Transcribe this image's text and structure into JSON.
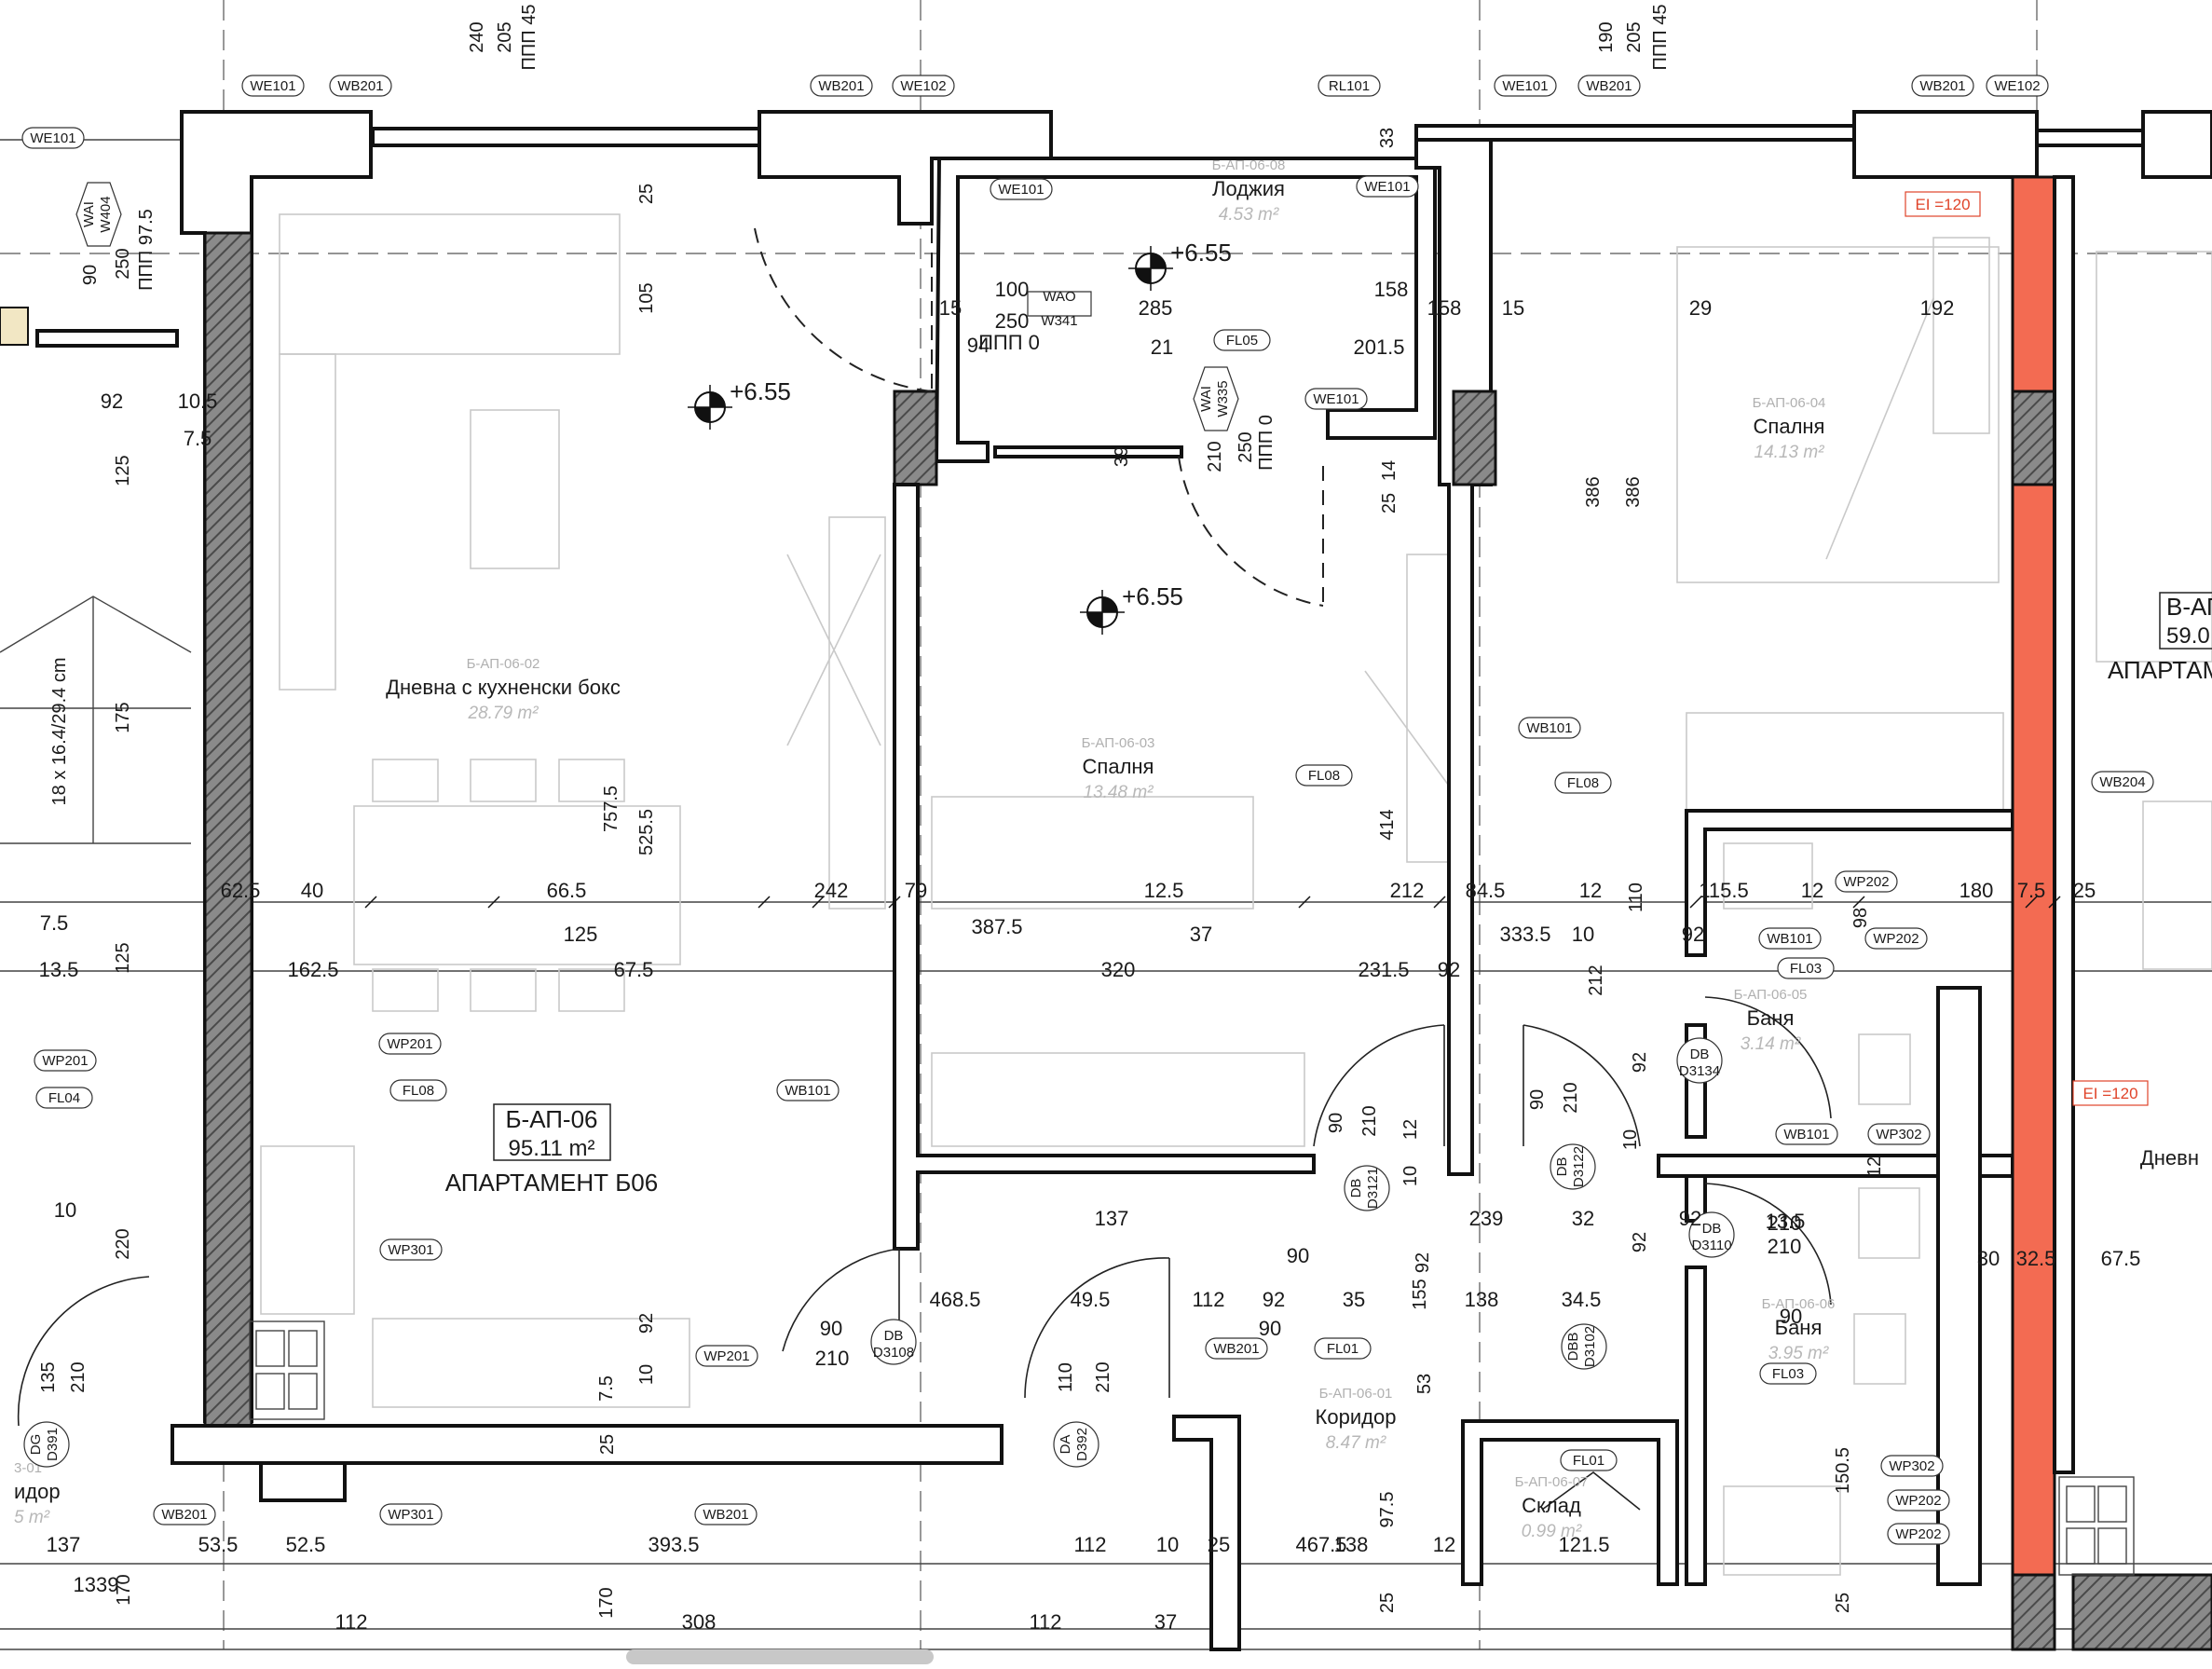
{
  "apartment": {
    "code": "Б-АП-06",
    "area": "95.11 m²",
    "name": "АПАРТАМЕНТ Б06"
  },
  "neighbor": {
    "code": "В-АП",
    "area": "59.0",
    "name": "АПАРТАМ"
  },
  "rooms": [
    {
      "code": "Б-АП-06-02",
      "name": "Дневна с кухненски бокс",
      "area": "28.79 m²"
    },
    {
      "code": "Б-АП-06-08",
      "name": "Лоджия",
      "area": "4.53 m²"
    },
    {
      "code": "Б-АП-06-03",
      "name": "Спалня",
      "area": "13.48 m²"
    },
    {
      "code": "Б-АП-06-04",
      "name": "Спалня",
      "area": "14.13 m²"
    },
    {
      "code": "Б-АП-06-05",
      "name": "Баня",
      "area": "3.14 m²"
    },
    {
      "code": "Б-АП-06-06",
      "name": "Баня",
      "area": "3.95 m²"
    },
    {
      "code": "Б-АП-06-01",
      "name": "Коридор",
      "area": "8.47 m²"
    },
    {
      "code": "Б-АП-06-07",
      "name": "Склад",
      "area": "0.99 m²"
    },
    {
      "code": "",
      "name": "Дневн",
      "area": ""
    },
    {
      "code": "3-01",
      "name": "идор",
      "area": "5 m²"
    }
  ],
  "elevations": [
    "+6.55",
    "+6.55",
    "+6.55"
  ],
  "fire_labels": [
    "EI =120",
    "EI =120"
  ],
  "tags": [
    "WE101",
    "WB201",
    "WB201",
    "WE102",
    "RL101",
    "WE101",
    "WB201",
    "WB201",
    "WE102",
    "WE101",
    "WE101",
    "WE101",
    "WE101",
    "FL05",
    "WB101",
    "FL08",
    "FL08",
    "WB204",
    "WP202",
    "WB101",
    "WP202",
    "FL03",
    "WB101",
    "WP302",
    "WP201",
    "FL04",
    "WP201",
    "FL08",
    "WB101",
    "WP301",
    "WP201",
    "WB201",
    "FL01",
    "FL01",
    "FL03",
    "WP302",
    "WP202",
    "WP202",
    "WB201",
    "WP301",
    "WB201"
  ],
  "hex_tags": [
    "WAI W404",
    "WAO W341",
    "WAI W335"
  ],
  "door_codes": [
    "DB D3108",
    "DB D3121",
    "DB D3122",
    "DB D3134",
    "DB D3110",
    "DBB D3102",
    "DA D392",
    "DG D391"
  ],
  "dims_h": [
    "92",
    "10.5",
    "7.5",
    "100",
    "250",
    "ППП 0",
    "15",
    "285",
    "158",
    "158",
    "15",
    "29",
    "192",
    "94",
    "21",
    "201.5",
    "62.5",
    "40",
    "66.5",
    "242",
    "79",
    "12.5",
    "212",
    "84.5",
    "12",
    "115.5",
    "12",
    "180",
    "7.5",
    "25",
    "7.5",
    "125",
    "387.5",
    "37",
    "333.5",
    "10",
    "92",
    "13.5",
    "162.5",
    "67.5",
    "320",
    "231.5",
    "92",
    "10",
    "137",
    "239",
    "32",
    "92",
    "13.5",
    "90",
    "468.5",
    "49.5",
    "112",
    "35",
    "138",
    "34.5",
    "92",
    "90",
    "210",
    "90",
    "30",
    "32.5",
    "67.5",
    "137",
    "53.5",
    "52.5",
    "393.5",
    "112",
    "10",
    "25",
    "467.5",
    "138",
    "12",
    "121.5",
    "1339",
    "112",
    "308",
    "112",
    "37",
    "210",
    "210",
    "90"
  ],
  "dims_v": [
    "240",
    "205",
    "ППП 45",
    "190",
    "205",
    "ППП 45",
    "90",
    "250",
    "ППП 97.5",
    "125",
    "175",
    "18 x 16.4/29.4 cm",
    "25",
    "105",
    "757.5",
    "525.5",
    "33",
    "39",
    "210",
    "250",
    "ППП 0",
    "25",
    "14",
    "386",
    "386",
    "414",
    "110",
    "98",
    "212",
    "92",
    "12",
    "90",
    "210",
    "10",
    "12",
    "90",
    "210",
    "10",
    "92",
    "155",
    "92",
    "53",
    "97.5",
    "25",
    "150.5",
    "25",
    "92",
    "7.5",
    "10",
    "25",
    "135",
    "210",
    "220",
    "125",
    "170",
    "170",
    "110",
    "210"
  ]
}
